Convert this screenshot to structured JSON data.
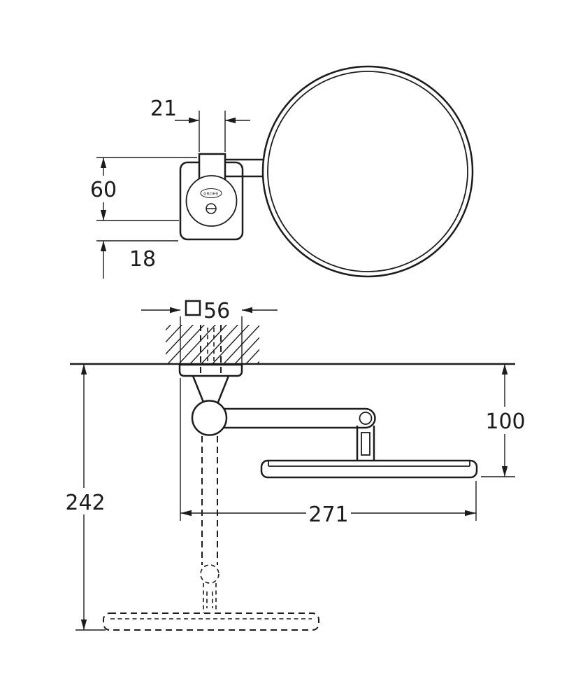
{
  "colors": {
    "line": "#1c1c1c",
    "background": "#ffffff"
  },
  "brand": {
    "logo": "GROHE"
  },
  "dimensions": {
    "arm_width": "21",
    "bracket_height": "60",
    "bracket_offset": "18",
    "mount_square": "56",
    "projection": "271",
    "mirror_drop": "100",
    "overall_height": "242"
  }
}
